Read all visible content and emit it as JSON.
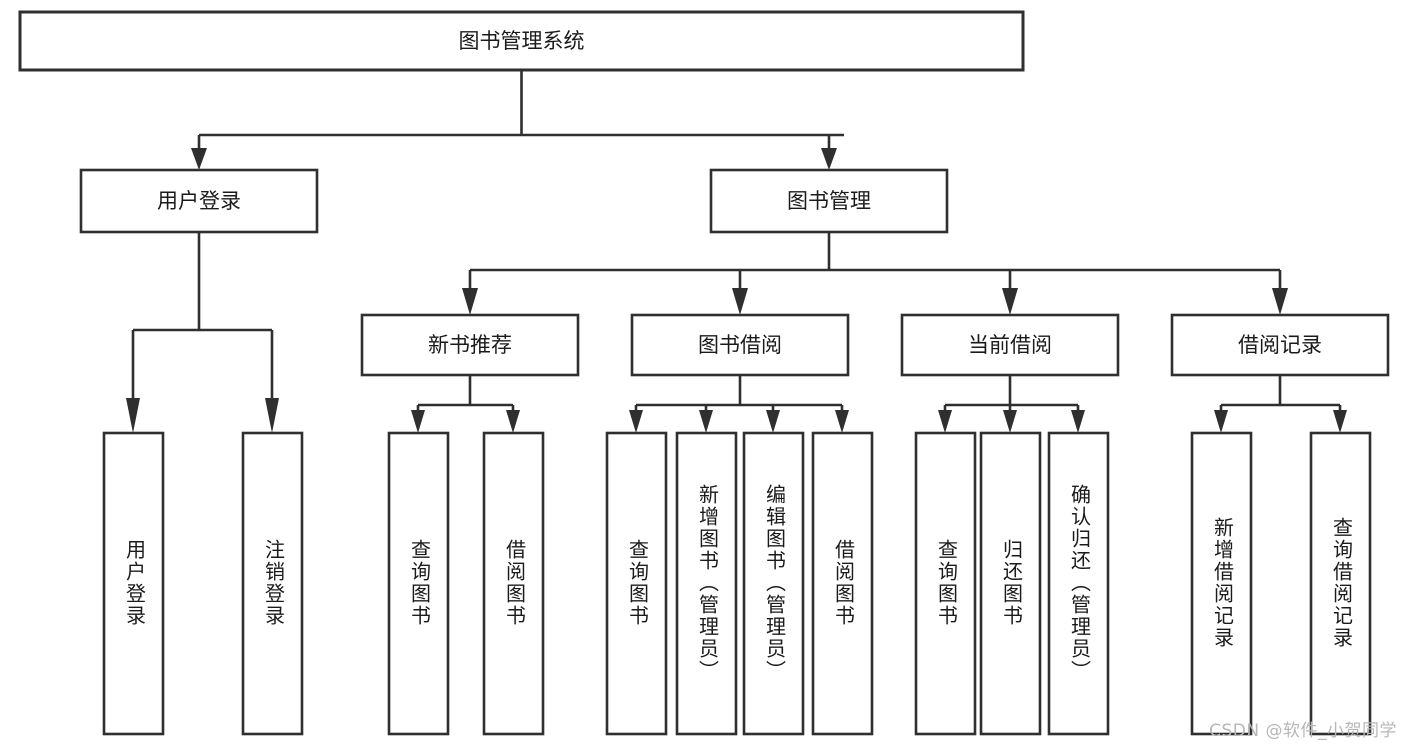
{
  "diagram": {
    "type": "tree-hierarchy-chart",
    "title": "图书管理系统",
    "watermark": "CSDN @软件_小贺同学",
    "colors": {
      "stroke": "#2f2f2f",
      "fill": "#ffffff",
      "text": "#1b1b1b",
      "watermark": "#b7b7b7"
    },
    "levels": {
      "level1": {
        "label": "level-1-root"
      },
      "level2": {
        "label": "level-2-modules"
      },
      "level3": {
        "label": "level-3-submodules"
      },
      "level4": {
        "label": "level-4-functions"
      }
    },
    "nodes": {
      "root": {
        "id": "root",
        "label": "图书管理系统",
        "orientation": "horizontal"
      },
      "level2": [
        {
          "id": "user-login",
          "label": "用户登录",
          "orientation": "horizontal"
        },
        {
          "id": "book-manage",
          "label": "图书管理",
          "orientation": "horizontal"
        }
      ],
      "level3": [
        {
          "id": "new-book-recommend",
          "label": "新书推荐",
          "orientation": "horizontal",
          "parent": "book-manage"
        },
        {
          "id": "book-borrow",
          "label": "图书借阅",
          "orientation": "horizontal",
          "parent": "book-manage"
        },
        {
          "id": "current-borrow",
          "label": "当前借阅",
          "orientation": "horizontal",
          "parent": "book-manage"
        },
        {
          "id": "borrow-record",
          "label": "借阅记录",
          "orientation": "horizontal",
          "parent": "book-manage"
        }
      ],
      "level4": [
        {
          "id": "leaf-user-login",
          "label": "用户登录",
          "orientation": "vertical",
          "parent": "user-login"
        },
        {
          "id": "leaf-user-logout",
          "label": "注销登录",
          "orientation": "vertical",
          "parent": "user-login"
        },
        {
          "id": "leaf-query-book-1",
          "label": "查询图书",
          "orientation": "vertical",
          "parent": "new-book-recommend"
        },
        {
          "id": "leaf-borrow-book-1",
          "label": "借阅图书",
          "orientation": "vertical",
          "parent": "new-book-recommend"
        },
        {
          "id": "leaf-query-book-2",
          "label": "查询图书",
          "orientation": "vertical",
          "parent": "book-borrow"
        },
        {
          "id": "leaf-add-book",
          "label": "新增图书（管理员）",
          "orientation": "vertical",
          "parent": "book-borrow"
        },
        {
          "id": "leaf-edit-book",
          "label": "编辑图书（管理员）",
          "orientation": "vertical",
          "parent": "book-borrow"
        },
        {
          "id": "leaf-borrow-book-2",
          "label": "借阅图书",
          "orientation": "vertical",
          "parent": "book-borrow"
        },
        {
          "id": "leaf-query-book-3",
          "label": "查询图书",
          "orientation": "vertical",
          "parent": "current-borrow"
        },
        {
          "id": "leaf-return-book",
          "label": "归还图书",
          "orientation": "vertical",
          "parent": "current-borrow"
        },
        {
          "id": "leaf-confirm-return",
          "label": "确认归还（管理员）",
          "orientation": "vertical",
          "parent": "current-borrow"
        },
        {
          "id": "leaf-add-record",
          "label": "新增借阅记录",
          "orientation": "vertical",
          "parent": "borrow-record"
        },
        {
          "id": "leaf-query-record",
          "label": "查询借阅记录",
          "orientation": "vertical",
          "parent": "borrow-record"
        }
      ]
    }
  }
}
